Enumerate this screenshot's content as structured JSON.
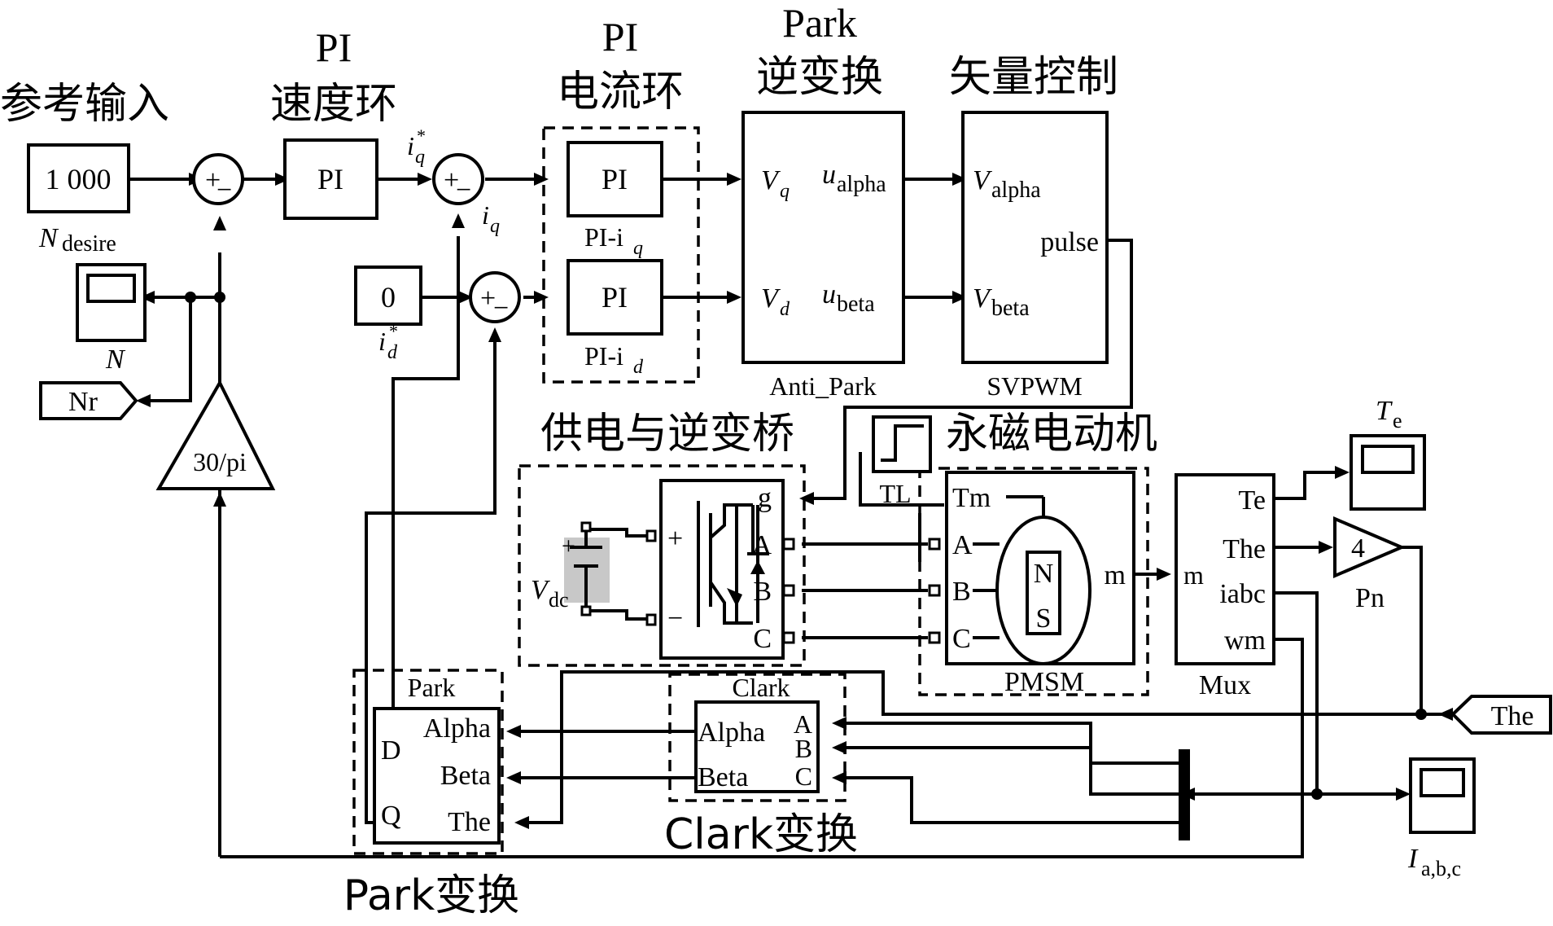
{
  "headings": {
    "ref_input": "参考输入",
    "pi_speed_1": "PI",
    "pi_speed_2": "速度环",
    "pi_current_1": "PI",
    "pi_current_2": "电流环",
    "park_inv_1": "Park",
    "park_inv_2": "逆变换",
    "vector": "矢量控制",
    "inverter": "供电与逆变桥",
    "motor": "永磁电动机",
    "clark_tf": "Clark变换",
    "park_tf": "Park变换"
  },
  "blocks": {
    "const_n": "1 000",
    "const_n_label_main": "N",
    "const_n_label_sub": "desire",
    "const_id": "0",
    "pi_speed": "PI",
    "pi_iq": "PI",
    "pi_iq_label": "PI-i",
    "pi_iq_sub": "q",
    "pi_id": "PI",
    "pi_id_label": "PI-i",
    "pi_id_sub": "d",
    "gain_30pi": "30/pi",
    "goto_nr": "Nr",
    "scope_n_label": "N",
    "anti_park": {
      "name": "Anti_Park",
      "vq": "V",
      "vq_sub": "q",
      "vd": "V",
      "vd_sub": "d",
      "ualpha": "u",
      "ualpha_sub": "alpha",
      "ubeta": "u",
      "ubeta_sub": "beta"
    },
    "svpwm": {
      "name": "SVPWM",
      "valpha": "V",
      "valpha_sub": "alpha",
      "vbeta": "V",
      "vbeta_sub": "beta",
      "pulse": "pulse"
    },
    "inverter": {
      "g": "g",
      "a": "A",
      "b": "B",
      "c": "C",
      "plus": "+",
      "minus": "−",
      "vdc": "V",
      "vdc_sub": "dc"
    },
    "tl": "TL",
    "pmsm": {
      "name": "PMSM",
      "tm": "Tm",
      "a": "A",
      "b": "B",
      "c": "C",
      "m": "m",
      "n": "N",
      "s": "S"
    },
    "mux": {
      "name": "Mux",
      "m": "m",
      "te": "Te",
      "the": "The",
      "iabc": "iabc",
      "wm": "wm"
    },
    "scope_te_label": "T",
    "scope_te_sub": "e",
    "gain_pn": "4",
    "gain_pn_label": "Pn",
    "goto_the": "The",
    "scope_iabc_label": "I",
    "scope_iabc_sub": "a,b,c",
    "clark": {
      "name": "Clark",
      "alpha": "Alpha",
      "beta": "Beta",
      "a": "A",
      "b": "B",
      "c": "C"
    },
    "park": {
      "name": "Park",
      "alpha": "Alpha",
      "beta": "Beta",
      "the": "The",
      "d": "D",
      "q": "Q"
    }
  },
  "signals": {
    "iq_star": "i",
    "iq_star_sub": "q",
    "iq_star_sup": "*",
    "iq": "i",
    "iq_sub": "q",
    "id_star": "i",
    "id_star_sub": "d",
    "id_star_sup": "*"
  },
  "sum_signs": {
    "plus": "+",
    "minus": "−"
  }
}
